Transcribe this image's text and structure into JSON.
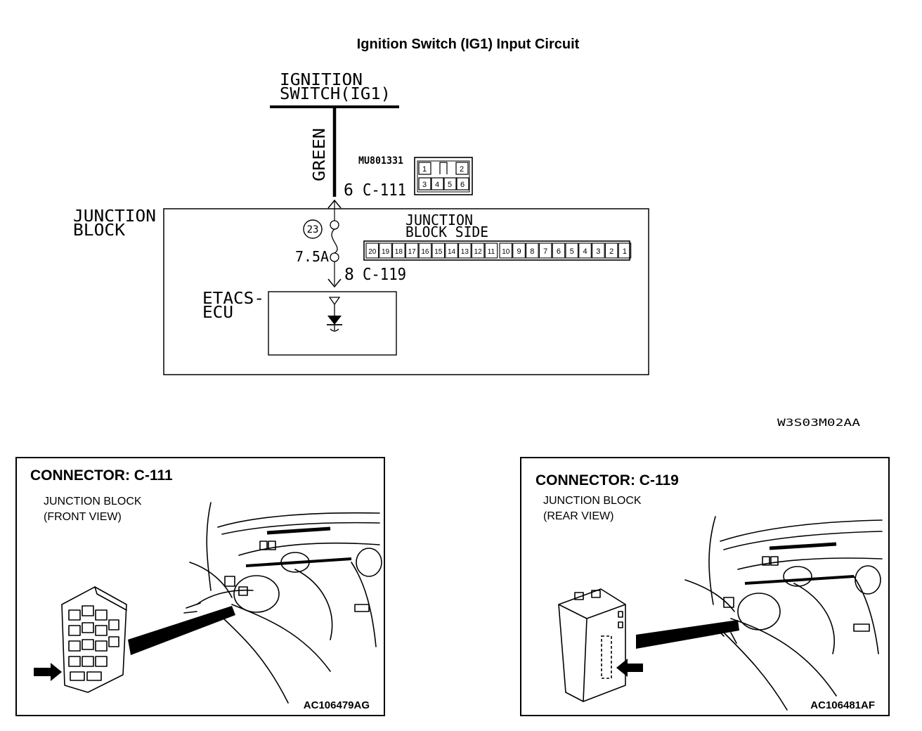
{
  "title": "Ignition Switch (IG1) Input Circuit",
  "ignition_switch": {
    "line1": "IGNITION",
    "line2": "SWITCH(IG1)"
  },
  "wire_color": "GREEN",
  "connector_c111": {
    "pin": "6",
    "id": "C-111",
    "part_number": "MU801331",
    "pins": [
      "1",
      "",
      "2",
      "3",
      "4",
      "5",
      "6"
    ]
  },
  "junction_block": {
    "line1": "JUNCTION",
    "line2": "BLOCK",
    "side_label_line1": "JUNCTION",
    "side_label_line2": "BLOCK SIDE",
    "side_pins": [
      "20",
      "19",
      "18",
      "17",
      "16",
      "15",
      "14",
      "13",
      "12",
      "11",
      "10",
      "9",
      "8",
      "7",
      "6",
      "5",
      "4",
      "3",
      "2",
      "1"
    ]
  },
  "fuse": {
    "number": "23",
    "rating": "7.5A"
  },
  "connector_c119": {
    "pin": "8",
    "id": "C-119"
  },
  "etacs_ecu": {
    "line1": "ETACS-",
    "line2": "ECU"
  },
  "diagram_code": "W3S03M02AA",
  "panels": [
    {
      "heading": "CONNECTOR: C-111",
      "line1": "JUNCTION BLOCK",
      "line2": "(FRONT VIEW)",
      "code": "AC106479AG"
    },
    {
      "heading": "CONNECTOR: C-119",
      "line1": "JUNCTION BLOCK",
      "line2": "(REAR VIEW)",
      "code": "AC106481AF"
    }
  ]
}
